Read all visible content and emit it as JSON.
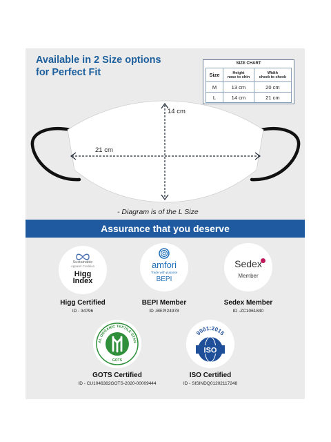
{
  "headline": {
    "line1": "Available in 2 Size options",
    "line2": "for Perfect Fit"
  },
  "size_chart": {
    "title": "SIZE CHART",
    "headers": {
      "size": "Size",
      "height_l1": "Height",
      "height_l2": "nose to chin",
      "width_l1": "Width",
      "width_l2": "cheek to cheek"
    },
    "rows": [
      {
        "size": "M",
        "height": "13 cm",
        "width": "20 cm"
      },
      {
        "size": "L",
        "height": "14 cm",
        "width": "21 cm"
      }
    ]
  },
  "diagram": {
    "height_label": "14 cm",
    "width_label": "21 cm",
    "note": "- Diagram is of the L Size"
  },
  "banner": "Assurance that you deserve",
  "certifications": [
    {
      "name": "Higg Certified",
      "id": "ID - 34796",
      "logo_text": [
        "Sustainable",
        "Apparel Coalition",
        "Higg",
        "Index"
      ],
      "logo_color": "#111111"
    },
    {
      "name": "BEPI Member",
      "id": "ID -BEPI24978",
      "logo_text": [
        "amfori",
        "Trade with purpose",
        "BEPI"
      ],
      "logo_color": "#1f6fb8"
    },
    {
      "name": "Sedex Member",
      "id": "ID -ZC1061840",
      "logo_text": [
        "Sedex",
        "Member"
      ],
      "logo_color": "#333333"
    },
    {
      "name": "GOTS Certified",
      "id": "ID - CU1046382GOTS-2020-00009444",
      "logo_text": [
        "GLOBAL ORGANIC TEXTILE STANDARD",
        "GOTS"
      ],
      "logo_color": "#2f8f3a"
    },
    {
      "name": "ISO Certified",
      "id": "ID - SISINDQ01202117248",
      "logo_text": [
        "9001:2015",
        "ISO"
      ],
      "logo_color": "#1f4f99"
    }
  ],
  "colors": {
    "headline": "#1d5f9c",
    "banner": "#1f5aa0",
    "panel": "#ebebec"
  }
}
